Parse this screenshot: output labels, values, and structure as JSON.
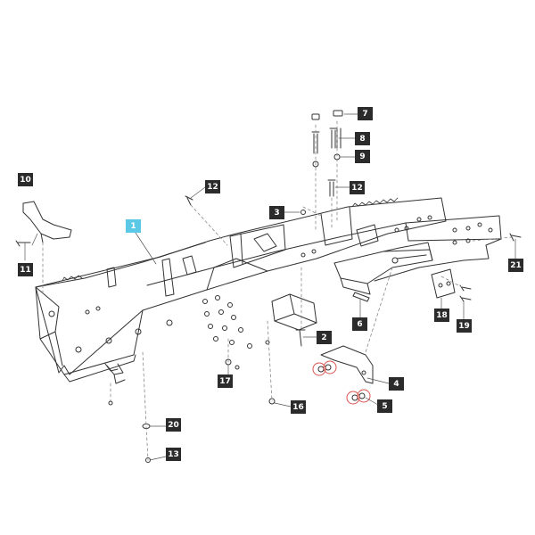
{
  "callouts": [
    {
      "id": "c1",
      "label": "1",
      "style": "accent"
    },
    {
      "id": "c2",
      "label": "2",
      "style": "dark"
    },
    {
      "id": "c3",
      "label": "3",
      "style": "dark"
    },
    {
      "id": "c4",
      "label": "4",
      "style": "dark"
    },
    {
      "id": "c5",
      "label": "5",
      "style": "dark"
    },
    {
      "id": "c6",
      "label": "6",
      "style": "dark"
    },
    {
      "id": "c7",
      "label": "7",
      "style": "dark"
    },
    {
      "id": "c8",
      "label": "8",
      "style": "dark"
    },
    {
      "id": "c9",
      "label": "9",
      "style": "dark"
    },
    {
      "id": "c10",
      "label": "10",
      "style": "dark"
    },
    {
      "id": "c11",
      "label": "11",
      "style": "dark"
    },
    {
      "id": "c12a",
      "label": "12",
      "style": "dark"
    },
    {
      "id": "c12b",
      "label": "12",
      "style": "dark"
    },
    {
      "id": "c13",
      "label": "13",
      "style": "dark"
    },
    {
      "id": "c16",
      "label": "16",
      "style": "dark"
    },
    {
      "id": "c17",
      "label": "17",
      "style": "dark"
    },
    {
      "id": "c18",
      "label": "18",
      "style": "dark"
    },
    {
      "id": "c19",
      "label": "19",
      "style": "dark"
    },
    {
      "id": "c20",
      "label": "20",
      "style": "dark"
    },
    {
      "id": "c21",
      "label": "21",
      "style": "dark"
    }
  ],
  "colors": {
    "line": "#333333",
    "leader": "#888888",
    "callout_dark": "#2b2b2b",
    "callout_accent": "#5bc8e6",
    "highlight_circle": "#d9534f"
  }
}
